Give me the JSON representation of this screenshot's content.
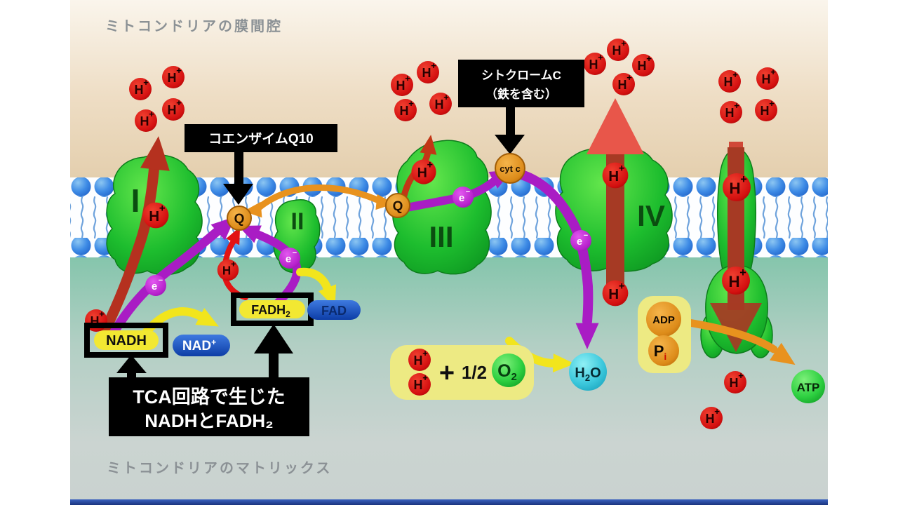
{
  "titles": {
    "top": "ミトコンドリアの膜間腔",
    "bottom": "ミトコンドリアのマトリックス"
  },
  "callouts": {
    "coenzyme": "コエンザイムQ10",
    "cytochrome_line1": "シトクロームC",
    "cytochrome_line2": "（鉄を含む）",
    "tca_line1": "TCA回路で生じた",
    "tca_line2": "NADHとFADH₂"
  },
  "complexes": {
    "c1": "I",
    "c2": "II",
    "c3": "III",
    "c4": "IV"
  },
  "carriers": {
    "q": "Q",
    "cytc": "cyt c",
    "e_main": "e",
    "e_sup": "−",
    "h_main": "H",
    "h_sup": "+"
  },
  "molecules": {
    "nadh": "NADH",
    "nad_main": "NAD",
    "nad_sup": "+",
    "fadh_main": "FADH",
    "fadh_sub": "2",
    "fad": "FAD",
    "plus": "+",
    "half": "1/2",
    "o2_main": "O",
    "o2_sub": "2",
    "h2o_1": "H",
    "h2o_sub": "2",
    "h2o_2": "O",
    "adp": "ADP",
    "pi_main": "P",
    "pi_sub": "i",
    "atp": "ATP"
  },
  "colors": {
    "intermembrane_tan": "#e6d2b6",
    "matrix_teal": "#8cc8b0",
    "membrane_head_blue": "#2f7fe0",
    "complex_green": "#17b832",
    "proton_red": "#b5311f",
    "electron_purple": "#a91cc4",
    "shuttle_orange": "#e8921e",
    "energy_yellow": "#f2e51c"
  }
}
